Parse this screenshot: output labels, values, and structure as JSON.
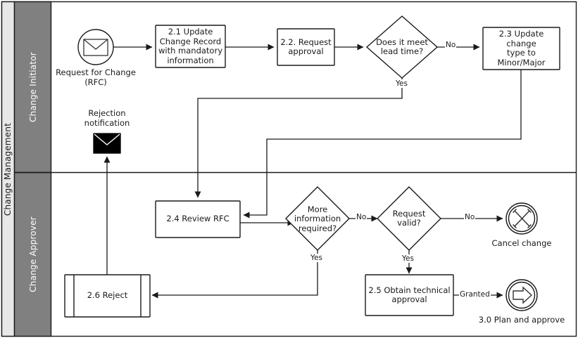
{
  "pool": {
    "label": "Change Management",
    "header_color": "#e8e8e8",
    "border_color": "#1a1a1a"
  },
  "lanes": [
    {
      "id": "change-initiator",
      "label": "Change Initiator",
      "header_color": "#808080"
    },
    {
      "id": "change-approver",
      "label": "Change Approver",
      "header_color": "#808080"
    }
  ],
  "nodes": {
    "start_rfc": {
      "type": "start-event-message",
      "outside_label": "Request for Change\n(RFC)"
    },
    "task_2_1": {
      "type": "task",
      "label": "2.1 Update\nChange Record\nwith mandatory\ninformation"
    },
    "task_2_2": {
      "type": "task",
      "label": "2.2. Request\napproval"
    },
    "gw_lead_time": {
      "type": "gateway",
      "label": "Does it meet\nlead time?"
    },
    "task_2_3": {
      "type": "task",
      "label": "2.3 Update change\ntype to Minor/Major"
    },
    "rejection_notification": {
      "type": "message-end",
      "outside_label": "Rejection\nnotification"
    },
    "task_2_4": {
      "type": "task",
      "label": "2.4 Review RFC"
    },
    "gw_more_info": {
      "type": "gateway",
      "label": "More\ninformation\nrequired?"
    },
    "gw_request_valid": {
      "type": "gateway",
      "label": "Request\nvalid?"
    },
    "end_cancel": {
      "type": "end-event-cancel",
      "outside_label": "Cancel change"
    },
    "task_2_5": {
      "type": "task",
      "label": "2.5 Obtain technical\napproval"
    },
    "task_2_6": {
      "type": "call-activity",
      "label": "2.6 Reject"
    },
    "end_plan_approve": {
      "type": "end-event-link",
      "outside_label": "3.0 Plan and approve"
    }
  },
  "edge_labels": {
    "lead_time_no": "No",
    "lead_time_yes": "Yes",
    "more_info_no": "No",
    "more_info_yes": "Yes",
    "request_valid_no": "No",
    "request_valid_yes": "Yes",
    "technical_granted": "Granted"
  },
  "colors": {
    "stroke": "#1a1a1a",
    "fill": "#ffffff",
    "lane_header": "#808080",
    "pool_header": "#e8e8e8",
    "message_end_fill": "#000000",
    "end_marker": "#333333"
  }
}
